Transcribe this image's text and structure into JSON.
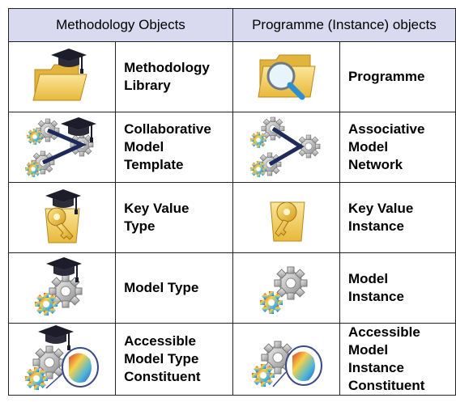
{
  "headers": {
    "methodology": "Methodology Objects",
    "programme": "Programme (Instance) objects"
  },
  "rows": [
    {
      "left": [
        "Methodology",
        "Library"
      ],
      "right": [
        "Programme"
      ],
      "left_icon": "graduation-cap-folder-icon",
      "right_icon": "magnifier-folder-icon"
    },
    {
      "left": [
        "Collaborative",
        "Model",
        "Template"
      ],
      "right": [
        "Associative",
        "Model",
        "Network"
      ],
      "left_icon": "graduation-cap-gear-network-icon",
      "right_icon": "gear-network-icon"
    },
    {
      "left": [
        "Key Value",
        "Type"
      ],
      "right": [
        "Key Value",
        "Instance"
      ],
      "left_icon": "graduation-cap-key-icon",
      "right_icon": "key-icon"
    },
    {
      "left": [
        "Model Type"
      ],
      "right": [
        "Model",
        "Instance"
      ],
      "left_icon": "graduation-cap-gear-icon",
      "right_icon": "gear-icon"
    },
    {
      "left": [
        "Accessible",
        "Model Type",
        "Constituent"
      ],
      "right": [
        "Accessible",
        "Model",
        "Instance",
        "Constituent"
      ],
      "left_icon": "graduation-cap-gear-constituent-icon",
      "right_icon": "gear-constituent-icon"
    }
  ],
  "colors": {
    "header_bg": "#d9daef",
    "folder": "#f2cf5b",
    "gear": "#b5b5b5",
    "cap": "#1c1c2a"
  }
}
